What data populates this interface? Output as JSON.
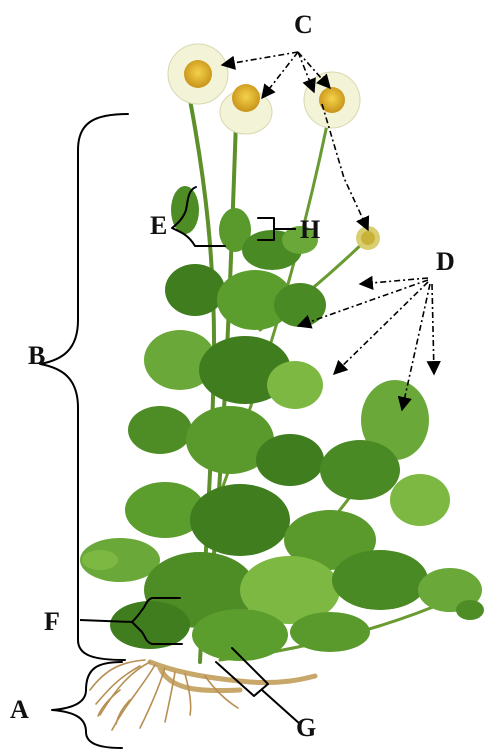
{
  "labels": {
    "a": "A",
    "b": "B",
    "c": "C",
    "d": "D",
    "e": "E",
    "f": "F",
    "g": "G",
    "h": "H"
  },
  "colors": {
    "leaf_dark": "#3f7d1f",
    "leaf_light": "#7db842",
    "stem": "#5d8f2a",
    "root": "#b78f52",
    "petal": "#f3f3d8",
    "disc": "#e3b31f",
    "ink": "#000000"
  },
  "icons": {
    "arrowhead": "arrowhead-icon"
  }
}
